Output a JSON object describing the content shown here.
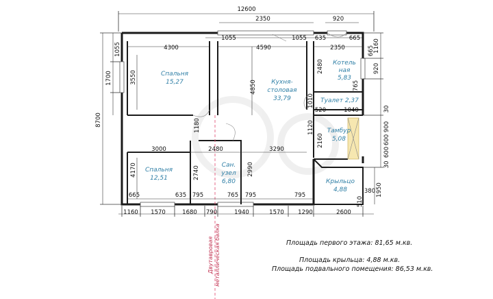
{
  "rooms": {
    "bedroom1": {
      "name": "Спальня",
      "area": "15,27"
    },
    "kitchen": {
      "name1": "Кухня-",
      "name2": "столовая",
      "area": "33,79"
    },
    "boiler": {
      "name1": "Котель",
      "name2": "ная",
      "area": "5,83"
    },
    "toilet": {
      "name": "Туалет",
      "area": "2,37"
    },
    "vestibule": {
      "name": "Тамбур",
      "area": "5,08"
    },
    "bathroom": {
      "name1": "Сан.",
      "name2": "узел",
      "area": "6,80"
    },
    "bedroom2": {
      "name": "Спальня",
      "area": "12,51"
    },
    "porch": {
      "name": "Крыльцо",
      "area": "4,88"
    }
  },
  "dims": {
    "top_total": "12600",
    "top_window": "2350",
    "top_right": "920",
    "t1055a": "1055",
    "t1055b": "1055",
    "t635": "635",
    "t665": "665",
    "w4300": "4300",
    "w4590": "4590",
    "w2350": "2350",
    "h2480": "2480",
    "h3550": "3550",
    "h4850": "4850",
    "h1010": "1010",
    "h765": "765",
    "w520": "520",
    "w1040": "1040",
    "h1120": "1120",
    "h1180": "1180",
    "w3000": "3000",
    "w2480": "2480",
    "w3290": "3290",
    "h2160": "2160",
    "h4170": "4170",
    "h2740": "2740",
    "h2990": "2990",
    "b665": "665",
    "b635": "635",
    "b795a": "795",
    "b765": "765",
    "b795b": "795",
    "b795c": "795",
    "left_total": "8700",
    "left1700": "1700",
    "left1055": "1055",
    "r1160": "1160",
    "r665": "665",
    "r920": "920",
    "r30a": "30",
    "r900": "900",
    "r600a": "600",
    "r600b": "600",
    "r30b": "30",
    "r380": "380",
    "r1950": "1950",
    "r510": "510",
    "bottom": [
      "1160",
      "1570",
      "1680",
      "790",
      "1940",
      "1570",
      "1290",
      "2600"
    ]
  },
  "beam_label": {
    "line1": "Двутавровая",
    "line2": "металлическая балка"
  },
  "summary": {
    "first_floor": "Площадь первого этажа: 81,65 м.кв.",
    "porch": "Площадь крыльца: 4,88 м.кв.",
    "basement": "Площадь подвального помещения: 86,53 м.кв."
  }
}
